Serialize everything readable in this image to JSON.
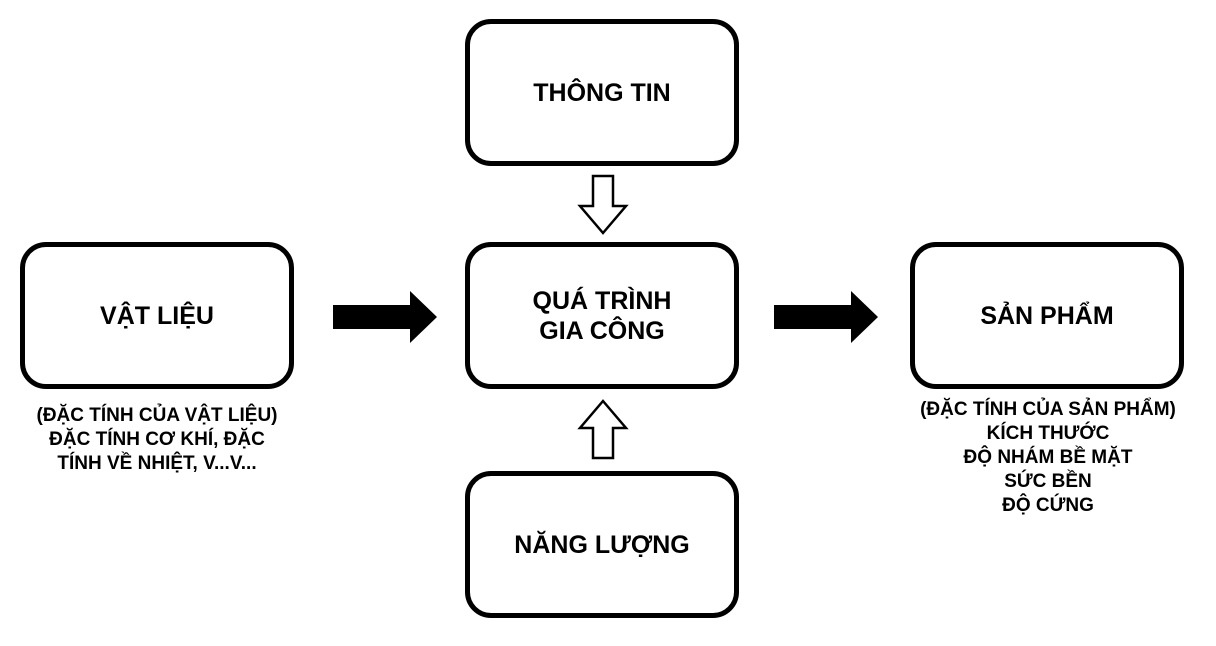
{
  "diagram": {
    "boxes": {
      "info": {
        "lines": [
          "THÔNG TIN"
        ]
      },
      "process": {
        "lines": [
          "QUÁ TRÌNH",
          "GIA CÔNG"
        ]
      },
      "energy": {
        "lines": [
          "NĂNG LƯỢNG"
        ]
      },
      "material": {
        "lines": [
          "VẬT LIỆU"
        ]
      },
      "product": {
        "lines": [
          "SẢN PHẨM"
        ]
      }
    },
    "notes": {
      "material": [
        "(ĐẶC TÍNH CỦA VẬT LIỆU)",
        "ĐẶC TÍNH CƠ KHÍ, ĐẶC",
        "TÍNH VỀ NHIỆT, V...V..."
      ],
      "product": [
        "(ĐẶC TÍNH CỦA SẢN PHẨM)",
        "KÍCH THƯỚC",
        "ĐỘ NHÁM BỀ MẶT",
        "SỨC BỀN",
        "ĐỘ CỨNG"
      ]
    },
    "colors": {
      "stroke": "#000000",
      "background": "#ffffff"
    }
  }
}
